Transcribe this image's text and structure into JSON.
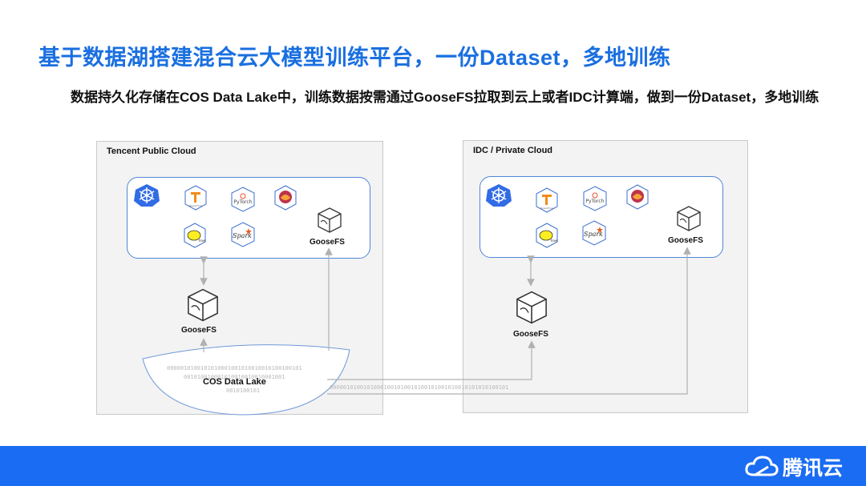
{
  "title": "基于数据湖搭建混合云大模型训练平台，一份Dataset，多地训练",
  "subtitle": "数据持久化存储在COS Data Lake中，训练数据按需通过GooseFS拉取到云上或者IDC计算端，做到一份Dataset，多地训练",
  "public_cloud": {
    "label": "Tencent Public Cloud",
    "goosefs_label": "GooseFS",
    "goosefs_lower_label": "GooseFS",
    "icons": [
      "kubernetes-icon",
      "tensorflow-icon",
      "pytorch-icon",
      "ray-icon",
      "hive-icon",
      "spark-icon",
      "goosefs-icon"
    ]
  },
  "private_cloud": {
    "label": "IDC / Private Cloud",
    "goosefs_label": "GooseFS",
    "goosefs_lower_label": "GooseFS",
    "icons": [
      "kubernetes-icon",
      "tensorflow-icon",
      "pytorch-icon",
      "ray-icon",
      "hive-icon",
      "spark-icon",
      "goosefs-icon"
    ]
  },
  "icon_text": {
    "tensorflow": "TensorFlow",
    "pytorch": "PyTorch",
    "spark": "Spark",
    "hive": "hive"
  },
  "data_lake": {
    "label": "COS Data Lake",
    "bits_line1": "0000010100101010001001010010010100100101",
    "bits_line2": "001010010001010010010010001001",
    "bits_line3": "0010100101",
    "transfer_bits": "00000101001010001001010010100101001010010101010100101"
  },
  "footer": {
    "brand": "腾讯云"
  },
  "colors": {
    "accent": "#1a6fe0",
    "panel_border": "#4f86d8",
    "footer": "#1a6cf2",
    "arrow": "#b0b0b0"
  }
}
